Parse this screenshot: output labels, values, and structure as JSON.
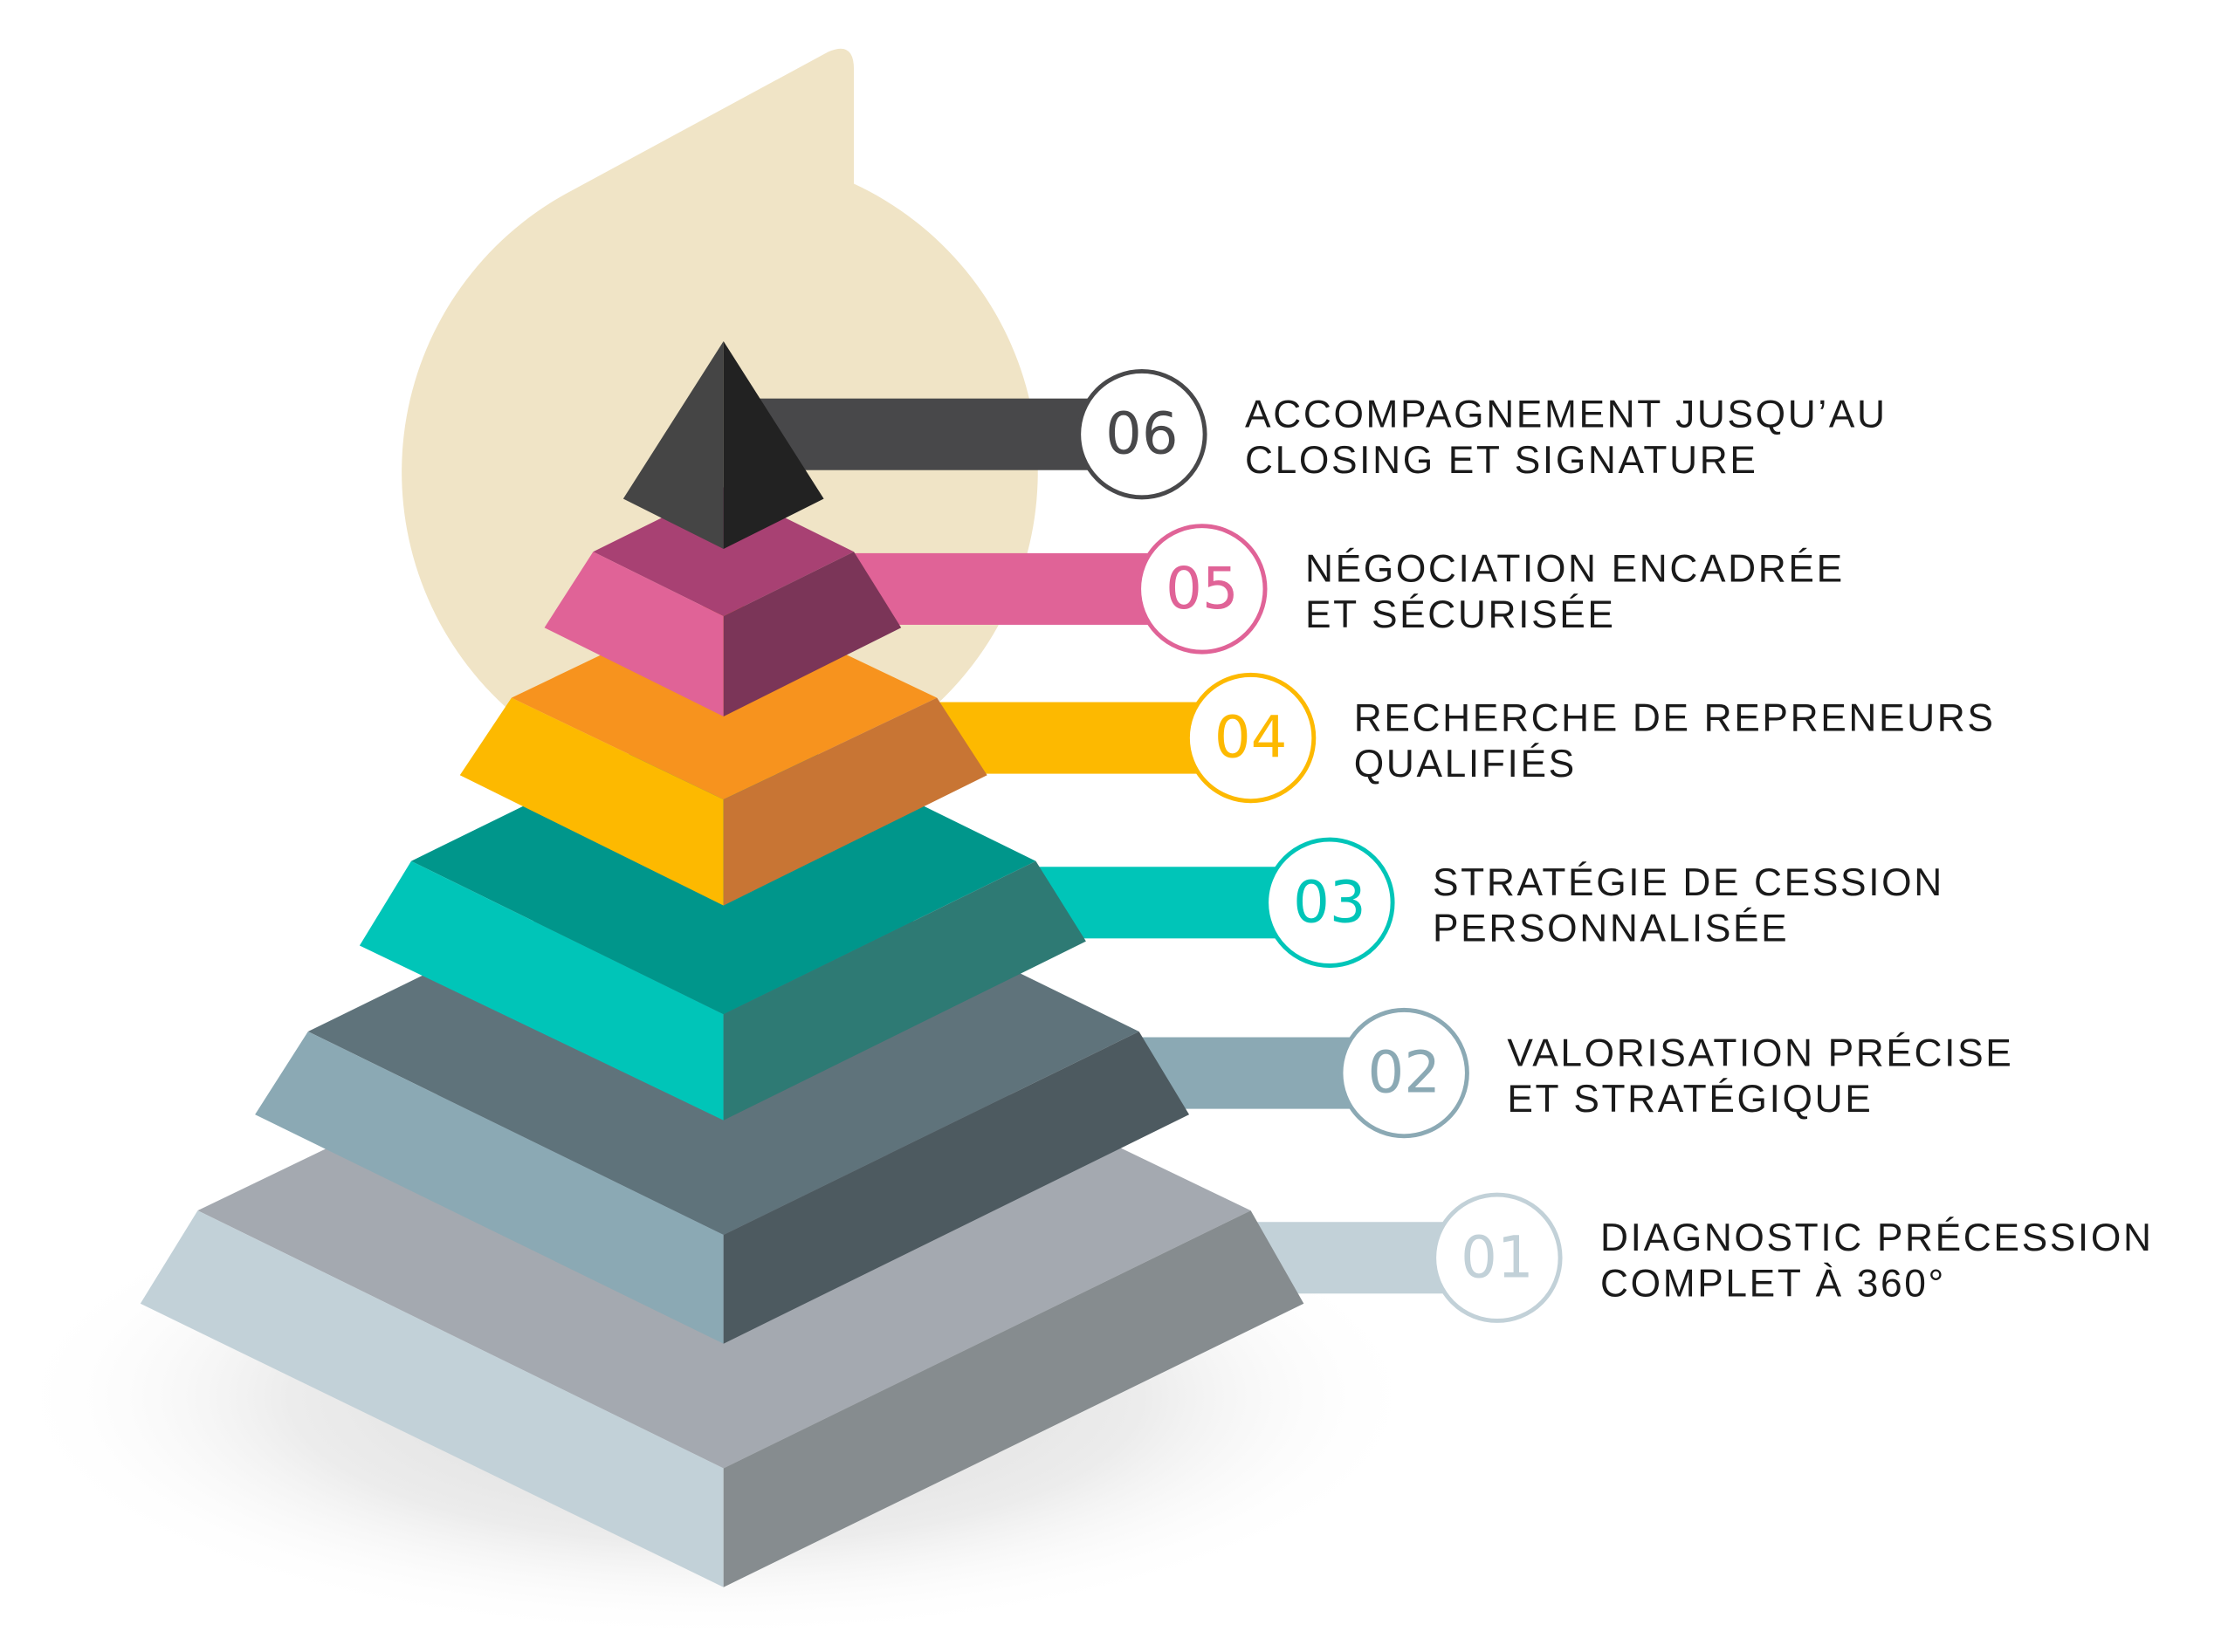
{
  "background_color": "#f0e4c6",
  "steps": [
    {
      "number": "01",
      "lines": [
        "DIAGNOSTIC PRÉCESSION",
        "COMPLET À 360°"
      ],
      "color": "#c2d1d8",
      "left": "#c2d1d8",
      "right": "#868c8f",
      "top": "#a4a9b0"
    },
    {
      "number": "02",
      "lines": [
        "VALORISATION PRÉCISE",
        "ET STRATÉGIQUE"
      ],
      "color": "#8ba9b4",
      "left": "#8ba9b4",
      "right": "#4d5a60",
      "top": "#5f737b"
    },
    {
      "number": "03",
      "lines": [
        "STRATÉGIE DE CESSION",
        "PERSONNALISÉE"
      ],
      "color": "#00c5b8",
      "left": "#00c5b8",
      "right": "#2e7a74",
      "top": "#00968b"
    },
    {
      "number": "04",
      "lines": [
        "RECHERCHE DE REPRENEURS",
        "QUALIFIÉS"
      ],
      "color": "#fdb900",
      "left": "#fdb900",
      "right": "#c87534",
      "top": "#f7931e"
    },
    {
      "number": "05",
      "lines": [
        "NÉGOCIATION ENCADRÉE",
        "ET SÉCURISÉE"
      ],
      "color": "#e06397",
      "left": "#e06397",
      "right": "#7b3558",
      "top": "#a84173"
    },
    {
      "number": "06",
      "lines": [
        "ACCOMPAGNEMENT JUSQU’AU",
        "CLOSING ET SIGNATURE"
      ],
      "color": "#48484a",
      "left": "#454545",
      "right": "#222222",
      "top": "#333333"
    }
  ]
}
